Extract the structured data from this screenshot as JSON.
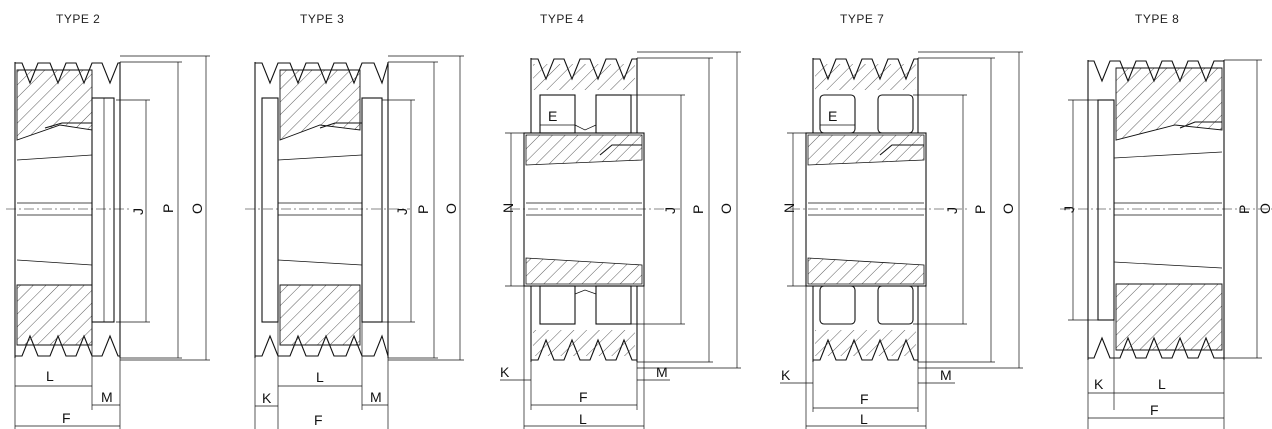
{
  "types": [
    {
      "title": "TYPE 2",
      "labels": {
        "J": "J",
        "P": "P",
        "O": "O",
        "L": "L",
        "M": "M",
        "F": "F"
      }
    },
    {
      "title": "TYPE 3",
      "labels": {
        "J": "J",
        "P": "P",
        "O": "O",
        "K": "K",
        "L": "L",
        "M": "M",
        "F": "F"
      }
    },
    {
      "title": "TYPE 4",
      "labels": {
        "E": "E",
        "N": "N",
        "J": "J",
        "P": "P",
        "O": "O",
        "K": "K",
        "M": "M",
        "F": "F",
        "L": "L"
      }
    },
    {
      "title": "TYPE 7",
      "labels": {
        "E": "E",
        "N": "N",
        "J": "J",
        "P": "P",
        "O": "O",
        "K": "K",
        "M": "M",
        "F": "F",
        "L": "L"
      }
    },
    {
      "title": "TYPE 8",
      "labels": {
        "J": "J",
        "P": "P",
        "O": "O",
        "K": "K",
        "L": "L",
        "F": "F"
      }
    }
  ]
}
